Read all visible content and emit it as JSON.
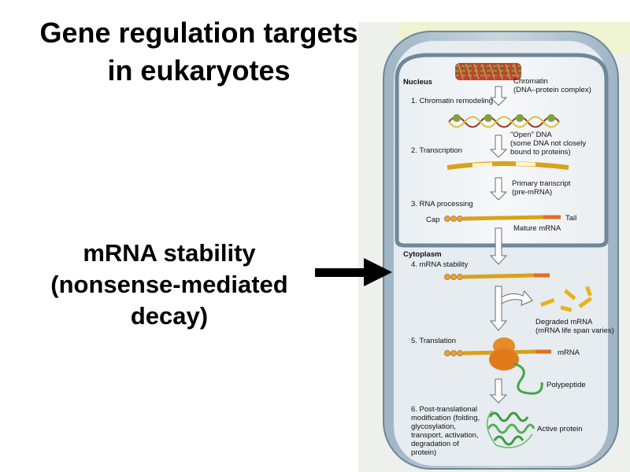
{
  "slide": {
    "title_line1": "Gene regulation targets",
    "title_line2": "in eukaryotes",
    "highlight_line1": "mRNA stability",
    "highlight_line2": "(nonsense-mediated",
    "highlight_line3": "decay)"
  },
  "figure": {
    "nucleus": "Nucleus",
    "cytoplasm": "Cytoplasm",
    "chromatin1": "Chromatin",
    "chromatin2": "(DNA–protein complex)",
    "step1": "1. Chromatin remodeling",
    "open1": "\"Open\" DNA",
    "open2": "(some DNA not closely",
    "open3": "bound to proteins)",
    "step2": "2. Transcription",
    "primary1": "Primary transcript",
    "primary2": "(pre-mRNA)",
    "step3": "3. RNA processing",
    "cap": "Cap",
    "tail": "Tail",
    "mature": "Mature mRNA",
    "step4": "4. mRNA stability",
    "degraded1": "Degraded mRNA",
    "degraded2": "(mRNA life span varies)",
    "step5": "5. Translation",
    "mrna": "mRNA",
    "polypeptide": "Polypeptide",
    "step6_1": "6. Post-translational",
    "step6_2": "modification (folding,",
    "step6_3": "glycosylation,",
    "step6_4": "transport, activation,",
    "step6_5": "degradation of",
    "step6_6": "protein)",
    "active": "Active protein"
  }
}
